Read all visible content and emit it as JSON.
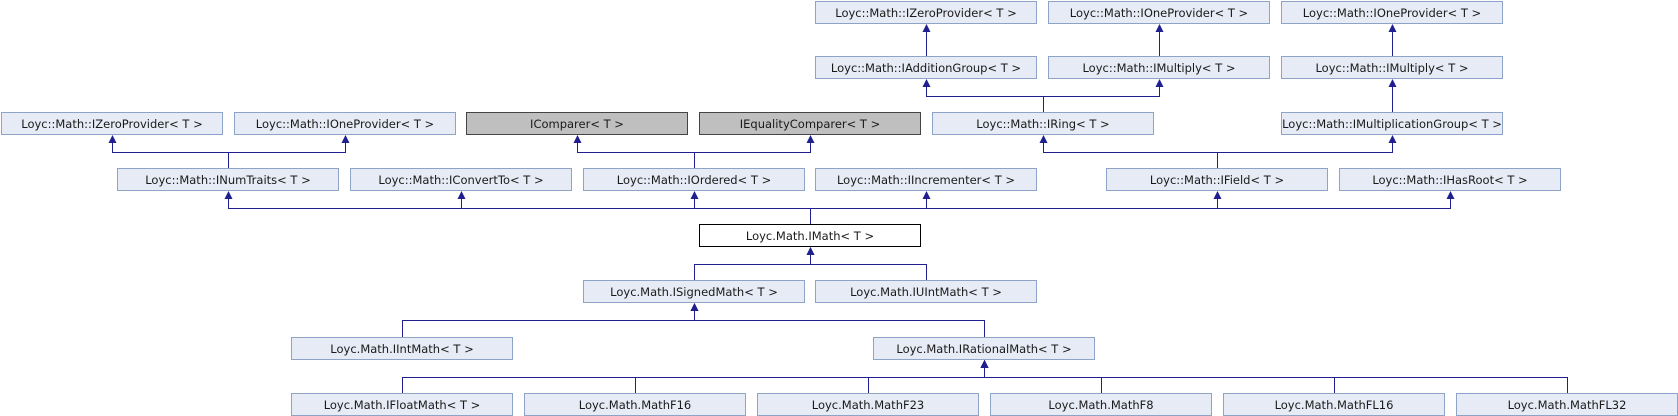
{
  "diagram": {
    "nodes": [
      {
        "id": "zero_top",
        "label": "Loyc::Math::IZeroProvider< T >",
        "kind": "normal"
      },
      {
        "id": "one_top1",
        "label": "Loyc::Math::IOneProvider< T >",
        "kind": "normal"
      },
      {
        "id": "one_top2",
        "label": "Loyc::Math::IOneProvider< T >",
        "kind": "normal"
      },
      {
        "id": "add_group",
        "label": "Loyc::Math::IAdditionGroup< T >",
        "kind": "normal"
      },
      {
        "id": "multiply1",
        "label": "Loyc::Math::IMultiply< T >",
        "kind": "normal"
      },
      {
        "id": "multiply2",
        "label": "Loyc::Math::IMultiply< T >",
        "kind": "normal"
      },
      {
        "id": "zero_left",
        "label": "Loyc::Math::IZeroProvider< T >",
        "kind": "normal"
      },
      {
        "id": "one_left",
        "label": "Loyc::Math::IOneProvider< T >",
        "kind": "normal"
      },
      {
        "id": "icomparer",
        "label": "IComparer< T >",
        "kind": "external"
      },
      {
        "id": "iequality",
        "label": "IEqualityComparer< T >",
        "kind": "external"
      },
      {
        "id": "iring",
        "label": "Loyc::Math::IRing< T >",
        "kind": "normal"
      },
      {
        "id": "imulgroup",
        "label": "Loyc::Math::IMultiplicationGroup< T >",
        "kind": "normal"
      },
      {
        "id": "inumtraits",
        "label": "Loyc::Math::INumTraits< T >",
        "kind": "normal"
      },
      {
        "id": "iconvertto",
        "label": "Loyc::Math::IConvertTo< T >",
        "kind": "normal"
      },
      {
        "id": "iordered",
        "label": "Loyc::Math::IOrdered< T >",
        "kind": "normal"
      },
      {
        "id": "iincrementer",
        "label": "Loyc::Math::IIncrementer< T >",
        "kind": "normal"
      },
      {
        "id": "ifield",
        "label": "Loyc::Math::IField< T >",
        "kind": "normal"
      },
      {
        "id": "ihasroot",
        "label": "Loyc::Math::IHasRoot< T >",
        "kind": "normal"
      },
      {
        "id": "imath",
        "label": "Loyc.Math.IMath< T >",
        "kind": "current"
      },
      {
        "id": "isignedmath",
        "label": "Loyc.Math.ISignedMath< T >",
        "kind": "normal"
      },
      {
        "id": "iuintmath",
        "label": "Loyc.Math.IUIntMath< T >",
        "kind": "normal"
      },
      {
        "id": "iintmath",
        "label": "Loyc.Math.IIntMath< T >",
        "kind": "normal"
      },
      {
        "id": "irationalmath",
        "label": "Loyc.Math.IRationalMath< T >",
        "kind": "normal"
      },
      {
        "id": "ifloatmath",
        "label": "Loyc.Math.IFloatMath< T >",
        "kind": "normal"
      },
      {
        "id": "mathf16",
        "label": "Loyc.Math.MathF16",
        "kind": "normal"
      },
      {
        "id": "mathf23",
        "label": "Loyc.Math.MathF23",
        "kind": "normal"
      },
      {
        "id": "mathf8",
        "label": "Loyc.Math.MathF8",
        "kind": "normal"
      },
      {
        "id": "mathfl16",
        "label": "Loyc.Math.MathFL16",
        "kind": "normal"
      },
      {
        "id": "mathfl32",
        "label": "Loyc.Math.MathFL32",
        "kind": "normal"
      }
    ],
    "edges": [
      {
        "from": "add_group",
        "to": "zero_top"
      },
      {
        "from": "multiply1",
        "to": "one_top1"
      },
      {
        "from": "multiply2",
        "to": "one_top2"
      },
      {
        "from": "iring",
        "to": "add_group"
      },
      {
        "from": "iring",
        "to": "multiply1"
      },
      {
        "from": "imulgroup",
        "to": "multiply2"
      },
      {
        "from": "inumtraits",
        "to": "zero_left"
      },
      {
        "from": "inumtraits",
        "to": "one_left"
      },
      {
        "from": "iordered",
        "to": "icomparer"
      },
      {
        "from": "iordered",
        "to": "iequality"
      },
      {
        "from": "ifield",
        "to": "iring"
      },
      {
        "from": "ifield",
        "to": "imulgroup"
      },
      {
        "from": "imath",
        "to": "inumtraits"
      },
      {
        "from": "imath",
        "to": "iconvertto"
      },
      {
        "from": "imath",
        "to": "iordered"
      },
      {
        "from": "imath",
        "to": "iincrementer"
      },
      {
        "from": "imath",
        "to": "ifield"
      },
      {
        "from": "imath",
        "to": "ihasroot"
      },
      {
        "from": "isignedmath",
        "to": "imath"
      },
      {
        "from": "iuintmath",
        "to": "imath"
      },
      {
        "from": "iintmath",
        "to": "isignedmath"
      },
      {
        "from": "irationalmath",
        "to": "isignedmath"
      },
      {
        "from": "ifloatmath",
        "to": "irationalmath"
      },
      {
        "from": "mathf16",
        "to": "irationalmath"
      },
      {
        "from": "mathf23",
        "to": "irationalmath"
      },
      {
        "from": "mathf8",
        "to": "irationalmath"
      },
      {
        "from": "mathfl16",
        "to": "irationalmath"
      },
      {
        "from": "mathfl32",
        "to": "irationalmath"
      }
    ]
  }
}
